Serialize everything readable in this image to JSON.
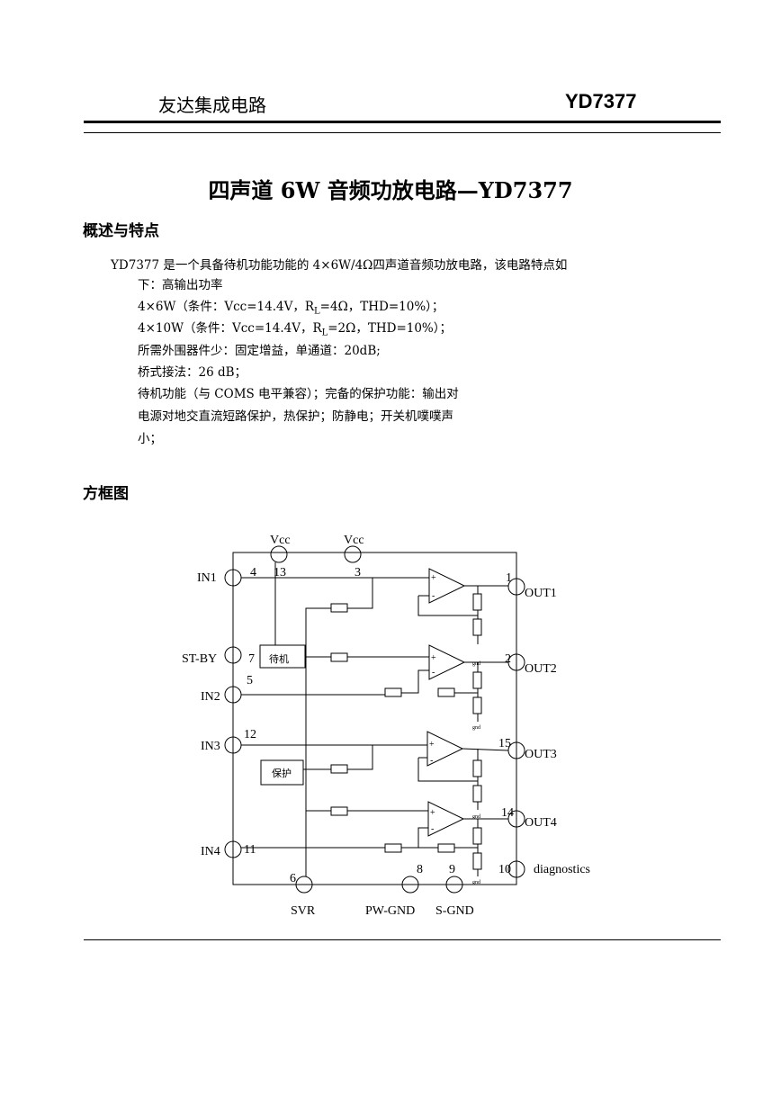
{
  "header": {
    "company": "友达集成电路",
    "part_number": "YD7377"
  },
  "title": "四声道 6W 音频功放电路—YD7377",
  "overview": {
    "heading": "概述与特点",
    "intro": "YD7377 是一个具备待机功能功能的 4×6W/4Ω四声道音频功放电路，该电路特点如",
    "lines": [
      "下：高输出功率",
      "所需外围器件少：固定增益，单通道：20dB;",
      "桥式接法：26 dB；",
      "待机功能（与 COMS 电平兼容）；完备的保护功能：输出对",
      "电源对地交直流短路保护，热保护；防静电；开关机噗噗声",
      "小；"
    ],
    "power_4ohm": {
      "pre": "4×6W（条件：Vcc=14.4V，R",
      "sub": "L",
      "post": "=4Ω，THD=10%）；"
    },
    "power_2ohm": {
      "pre": "4×10W（条件：Vcc=14.4V，R",
      "sub": "L",
      "post": "=2Ω，THD=10%）；"
    }
  },
  "block_diagram": {
    "heading": "方框图",
    "supply_labels": [
      "Vcc",
      "Vcc"
    ],
    "pins": {
      "in1": "IN1",
      "st_by": "ST-BY",
      "in2": "IN2",
      "in3": "IN3",
      "in4": "IN4",
      "out1": "OUT1",
      "out2": "OUT2",
      "out3": "OUT3",
      "out4": "OUT4",
      "diagnostics": "diagnostics",
      "svr": "SVR",
      "pw_gnd": "PW-GND",
      "s_gnd": "S-GND"
    },
    "pin_numbers": {
      "p4": "4",
      "p13": "13",
      "p3": "3",
      "p1": "1",
      "p7": "7",
      "p5": "5",
      "p2": "2",
      "p12": "12",
      "p15": "15",
      "p14": "14",
      "p11": "11",
      "p6": "6",
      "p8": "8",
      "p9": "9",
      "p10": "10"
    },
    "blocks": {
      "standby": "待机",
      "protection": "保护"
    },
    "gnd_label": "gnd",
    "plus": "+",
    "minus": "-"
  }
}
